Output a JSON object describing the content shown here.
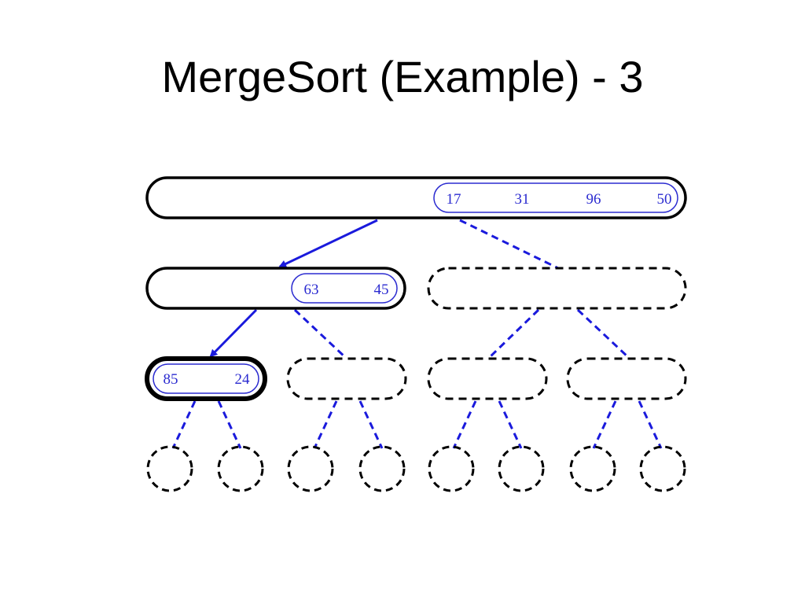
{
  "slide": {
    "title": "MergeSort (Example) - 3"
  },
  "tree": {
    "root": {
      "values": [
        "17",
        "31",
        "96",
        "50"
      ],
      "state": "active"
    },
    "level1": [
      {
        "values": [
          "63",
          "45"
        ],
        "state": "active"
      },
      {
        "values": [],
        "state": "pending"
      }
    ],
    "level2": [
      {
        "values": [
          "85",
          "24"
        ],
        "state": "current"
      },
      {
        "values": [],
        "state": "pending"
      },
      {
        "values": [],
        "state": "pending"
      },
      {
        "values": [],
        "state": "pending"
      }
    ],
    "level3": [
      {
        "values": [],
        "state": "pending"
      },
      {
        "values": [],
        "state": "pending"
      },
      {
        "values": [],
        "state": "pending"
      },
      {
        "values": [],
        "state": "pending"
      },
      {
        "values": [],
        "state": "pending"
      },
      {
        "values": [],
        "state": "pending"
      },
      {
        "values": [],
        "state": "pending"
      },
      {
        "values": [],
        "state": "pending"
      }
    ]
  },
  "colors": {
    "edge": "#1a1adc",
    "number": "#2b2bd0",
    "outline": "#000000"
  }
}
